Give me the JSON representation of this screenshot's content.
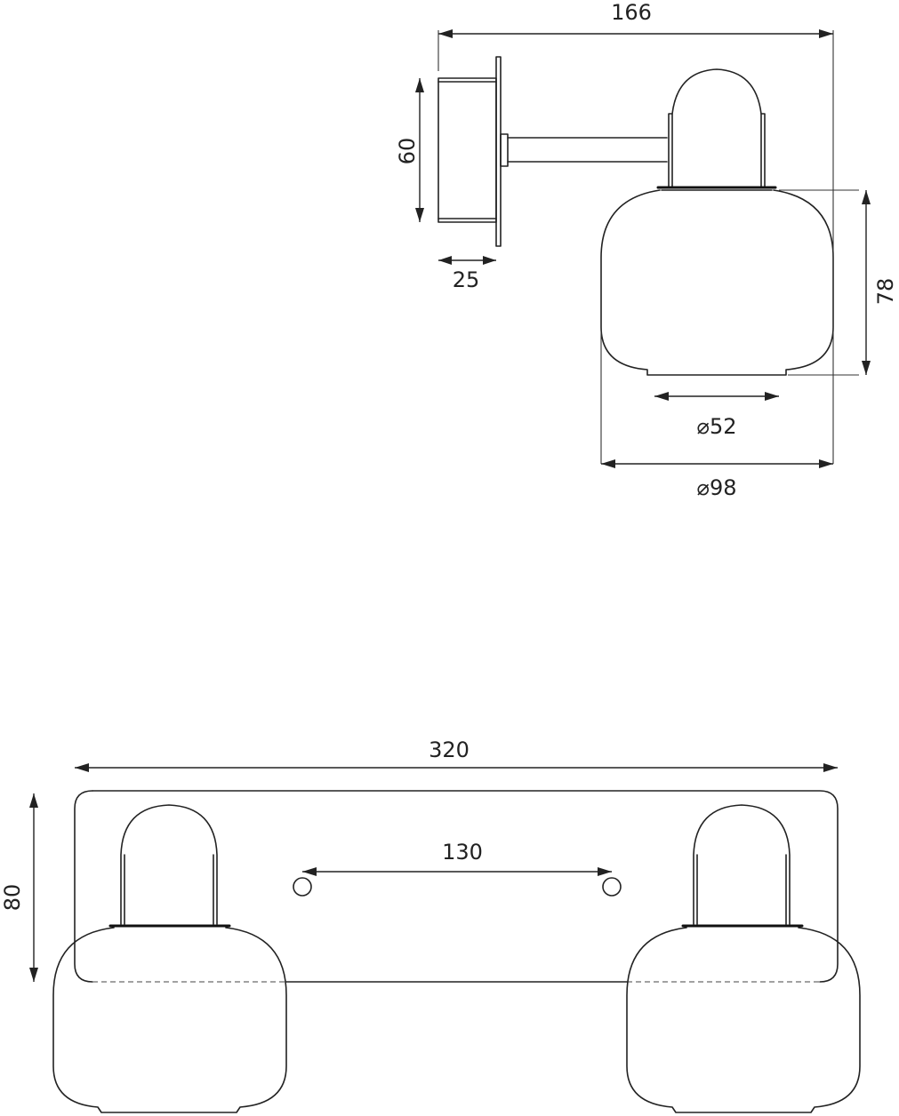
{
  "side_view": {
    "dimensions": {
      "overall_width": "166",
      "backplate_height": "60",
      "backplate_depth": "25",
      "shade_height": "78",
      "shade_opening_diameter": "⌀52",
      "shade_diameter": "⌀98"
    }
  },
  "front_view": {
    "dimensions": {
      "overall_width": "320",
      "mounting_hole_spacing": "130",
      "backplate_height": "80"
    }
  },
  "colors": {
    "line": "#222222",
    "background": "#ffffff"
  }
}
